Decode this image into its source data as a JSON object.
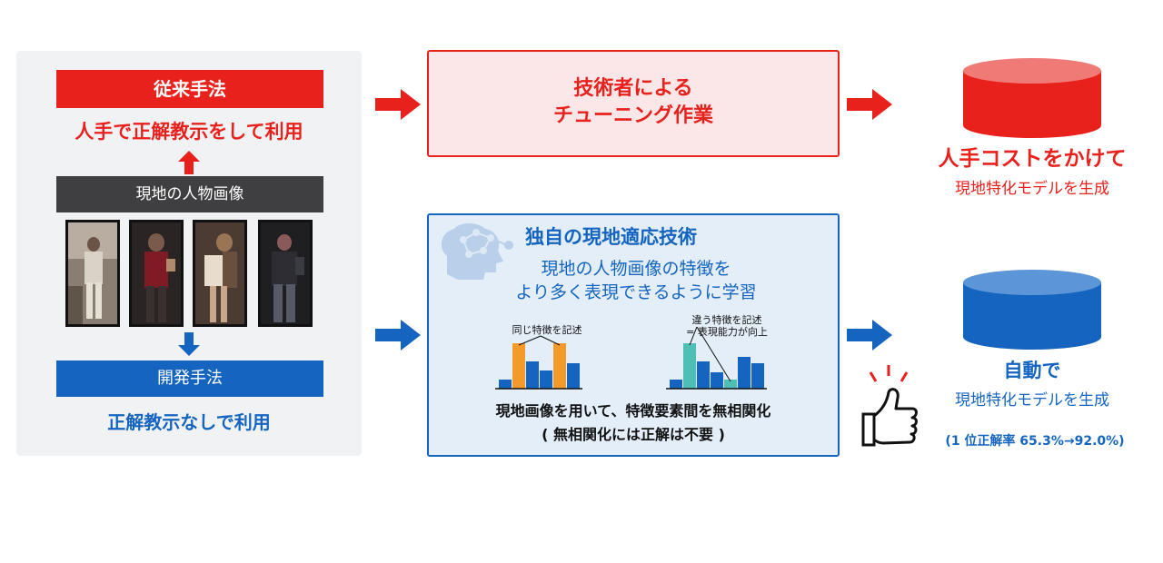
{
  "left": {
    "legacy_header": "従来手法",
    "legacy_desc": "人手で正解教示をして利用",
    "local_images_header": "現地の人物画像",
    "dev_header": "開発手法",
    "dev_desc": "正解教示なしで利用"
  },
  "tuning": {
    "line1": "技術者による",
    "line2": "チューニング作業"
  },
  "tech": {
    "title": "独自の現地適応技術",
    "desc_line1": "現地の人物画像の特徴を",
    "desc_line2": "より多く表現できるように学習",
    "chart1_label": "同じ特徴を記述",
    "chart2_label_line1": "違う特徴を記述",
    "chart2_label_line2": "= 表現能力が向上",
    "summary_line1": "現地画像を用いて、特徴要素間を無相関化",
    "summary_line2": "( 無相関化には正解は不要 )"
  },
  "result_manual": {
    "title": "人手コストをかけて",
    "sub": "現地特化モデルを生成"
  },
  "result_auto": {
    "title": "自動で",
    "sub": "現地特化モデルを生成",
    "accuracy": "(1 位正解率 65.3%→92.0%)"
  },
  "colors": {
    "red": "#e8211d",
    "blue": "#1565c0",
    "orange": "#f39a2b",
    "teal": "#4dbfb4"
  },
  "icons": {
    "arrows": "block-arrow-right",
    "up_arrow": "block-arrow-up",
    "down_arrow": "block-arrow-down",
    "db_red": "cylinder-database",
    "db_blue": "cylinder-database",
    "brain": "brain-network-icon",
    "thumb": "thumbs-up-icon"
  },
  "feature_charts": [
    {
      "name": "same-features",
      "values": [
        1,
        5,
        3,
        2,
        5,
        2.8
      ],
      "highlight": [
        1,
        4
      ],
      "highlight_color": "orange"
    },
    {
      "name": "different-features",
      "values": [
        1,
        5,
        3,
        1.8,
        1,
        3.5,
        2.8
      ],
      "highlight": [
        1,
        4
      ],
      "highlight_color": "teal"
    }
  ]
}
